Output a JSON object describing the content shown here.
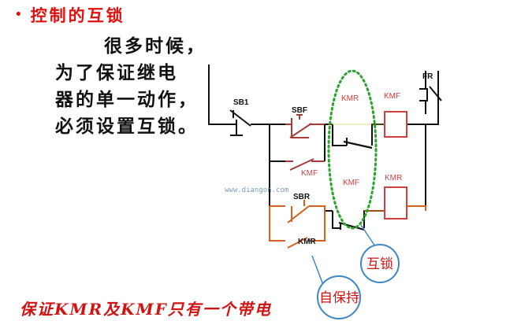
{
  "slide": {
    "bullet": "•",
    "title": "控制的互锁",
    "body_lines": [
      "很多时候，",
      "为了保证继电",
      "器的单一动作，",
      "必须设置互锁。"
    ],
    "footer": "保证KMR及KMF只有一个带电"
  },
  "diagram": {
    "labels": {
      "sb1": "SB1",
      "sbf": "SBF",
      "sbr": "SBR",
      "fr": "FR",
      "kmf_contact": "KMF",
      "kmr_contact": "KMR",
      "kmr_interlock": "KMR",
      "kmf_interlock": "KMF",
      "kmf_coil": "KMF",
      "kmr_coil": "KMR",
      "watermark": "www.diangon.com"
    },
    "callouts": {
      "interlock": "互锁",
      "self_hold": "自保持"
    },
    "colors": {
      "red": "#d01414",
      "coil_red": "#d04040",
      "orange": "#d9601c",
      "green_dots": "#2aa52a",
      "callout_ring": "#3f86c4",
      "line": "#111111"
    }
  }
}
